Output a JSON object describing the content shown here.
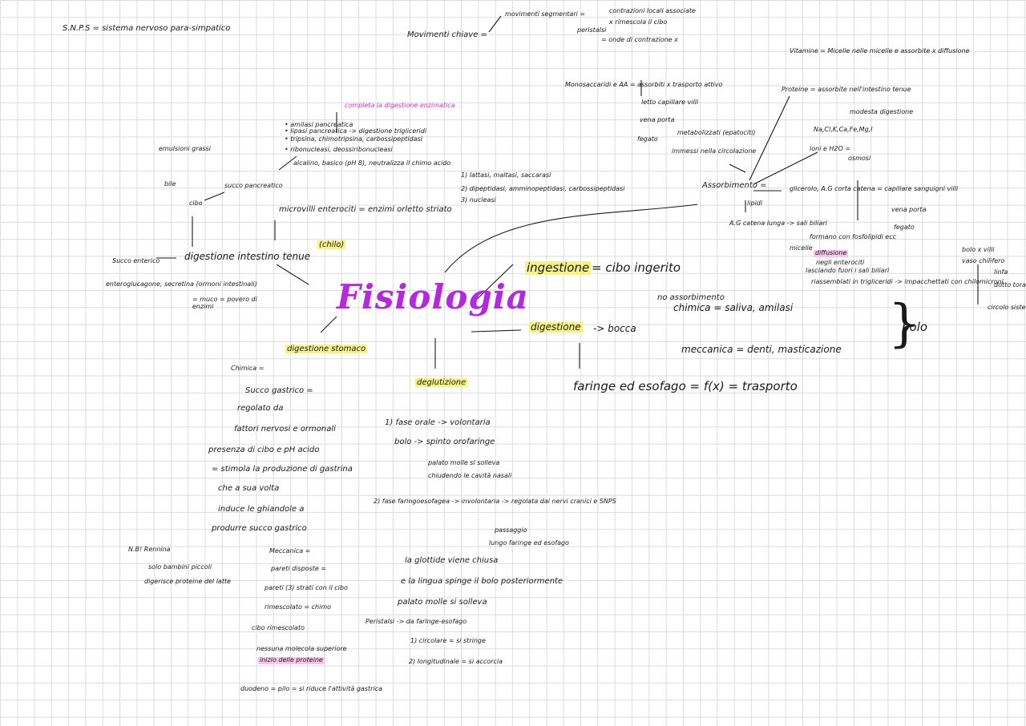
{
  "title": "Fisiologia",
  "notes": {
    "snps": "S.N.P.S = sistema nervoso para-simpatico",
    "movimenti_chiave": "Movimenti chiave =",
    "movimenti_segmentari": "movimenti segmentari =",
    "contrazioni_locali": "contrazioni locali associate",
    "rimescola": "x rimescola il cibo",
    "peristalsi": "peristalsi",
    "onde_contrazione": "= onde di contrazione x",
    "vitamine": "Vitamine = Micelle nelle micelle e assorbite x diffusione",
    "monosaccaridi": "Monosaccaridi e AA = assorbiti x trasporto attivo",
    "letto_capillare": "letto capillare villi",
    "vena_porta": "vena porta",
    "fegato": "fegato",
    "metabolizzati": "metabolizzati (epatociti)",
    "immessi": "immessi nella circolazione",
    "proteine": "Proteine = assorbite nell'intestino tenue",
    "modesta": "modesta digestione",
    "na_cl": "Na,Cl,K,Ca,Fe,Mg,I",
    "ioni_h2o": "ioni e H2O =",
    "osmosi": "osmosi",
    "assorbimento": "Assorbimento =",
    "lipidi": "lipidi",
    "glicerolo": "glicerolo, A.G corta catena = capillare sanguigni villi",
    "vena_porta2": "vena porta",
    "fegato2": "fegato",
    "ag_catena": "A.G catena lunga -> sali biliari",
    "formano": "formano con fosfolipidi ecc",
    "micelle": "micelle",
    "diffusione": "diffusione",
    "negli_enterociti": "negli enterociti",
    "lasciando": "lasciando fuori i sali biliari",
    "riassemblati": "riassemblati in trigliceridi -> impacchettati con chilomicroni",
    "bolo_villi": "bolo x villi",
    "vaso": "vaso chilifero",
    "linfa": "linfa",
    "dotto": "dotto toracico",
    "circolazione": "circolo sistemico",
    "completa": "completa la digestione enzimatica",
    "amilasi": "• amilasi pancreatica",
    "lipasi": "• lipasi pancreatica -> digestione trigliceridi",
    "tripsina": "• tripsina, chimotripsina, carbossipeptidasi",
    "ribonucleasi": "• ribonucleasi, deossiribonucleasi",
    "alcalino": "alcalino, basico (pH 8), neutralizza il chimo acido",
    "emulsioni": "emulsioni grassi",
    "bile": "bile",
    "cibo": "cibo",
    "succo_pancreatico": "succo pancreatico",
    "microvilli": "microvilli enterociti = enzimi orletto striato",
    "lattasi": "1) lattasi, maltasi, saccarasi",
    "dipeptidasi": "2) dipeptidasi, amminopeptidasi, carbossipeptidasi",
    "nucleasi": "3) nucleasi",
    "chilo": "(chilo)",
    "digestione_tenue": "digestione intestino tenue",
    "succo_enterico": "Succo enterico",
    "enteroglucagone": "enteroglucagone, secretina (ormoni intestinali)",
    "muco": "= muco = povero di enzimi",
    "ingestione": "ingestione",
    "cibo_ingerito": "= cibo ingerito",
    "digestione": "digestione",
    "bocca": "-> bocca",
    "no_assorbimento": "no assorbimento",
    "chimica": "chimica = saliva, amilasi",
    "meccanica": "meccanica = denti, masticazione",
    "bolo": "bolo",
    "faringe": "faringe ed esofago = f(x) = trasporto",
    "digestione_stomaco": "digestione stomaco",
    "chimica2": "Chimica =",
    "succo_gastrico": "Succo gastrico =",
    "regolato": "regolato da",
    "fattori": "fattori nervosi e ormonali",
    "presenza": "presenza di cibo e pH acido",
    "stimolo": "= stimola la produzione di gastrina",
    "che_a_sua": "che a sua volta",
    "induce": "induce le ghiandole a",
    "produrre": "produrre succo gastrico",
    "nb": "N.B! Rennina",
    "solo_bambini": "solo bambini piccoli",
    "digerisce": "digerisce proteine del latte",
    "meccanica2": "Meccanica =",
    "pareti_disposte": "pareti disposte =",
    "pareti_3": "pareti (3) strati con il cibo",
    "rimescolato": "rimescolato = chimo",
    "cibo_rimescolato": "cibo rimescolato",
    "nessuna": "nessuna molecola superiore",
    "inizio_proteine": "inizio delle proteine",
    "duodeno": "duodeno = pilo = si riduce l'attività gastrica",
    "deglutizione": "deglutizione",
    "fase_orale": "1) fase orale -> volontaria",
    "bolo_spinto": "bolo -> spinto orofaringe",
    "palato": "palato molle si solleva",
    "chiudendo": "chiudendo le cavità nasali",
    "fase_faringo": "2) fase faringoesofagea -> involontaria -> regolata dai nervi cranici e SNPS",
    "passaggio": "passaggio",
    "lungo": "lungo faringe ed esofago",
    "la_glottide": "la glottide viene chiusa",
    "lingua": "e la lingua spinge il bolo posteriormente",
    "palato_molle": "palato molle si solleva",
    "peristalsi2": "Peristalsi -> da faringe-esofago",
    "circolare": "1) circolare = si stringe",
    "longitudinale": "2) longitudinale = si accorcia"
  }
}
